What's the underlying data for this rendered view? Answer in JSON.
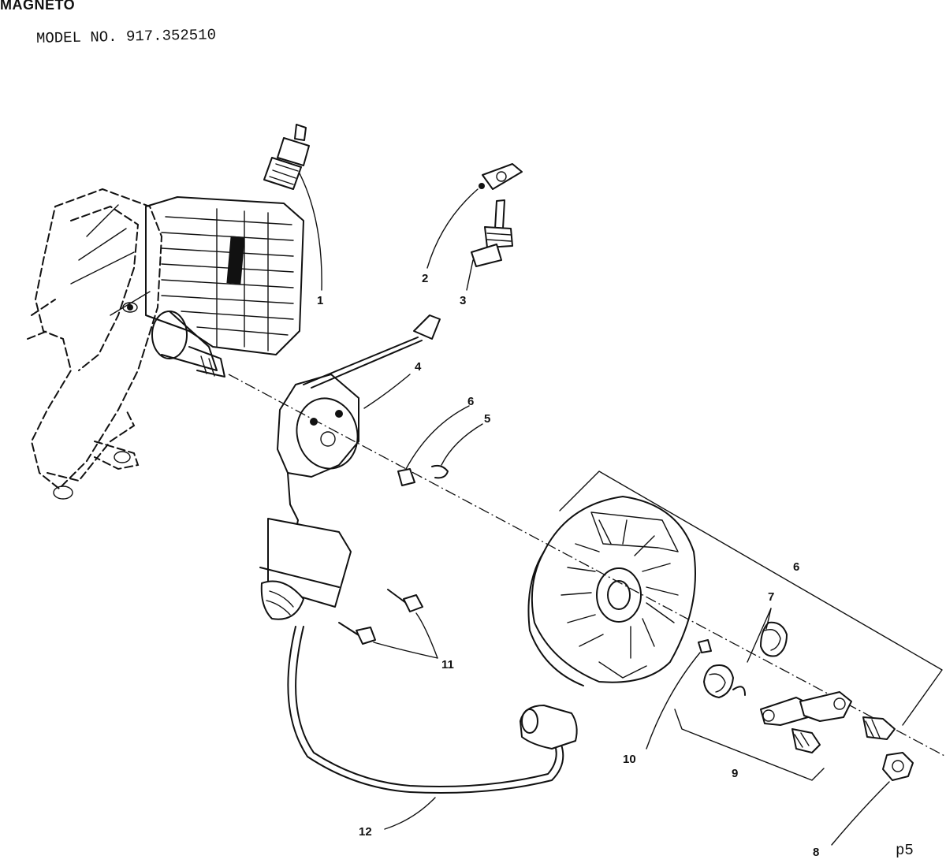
{
  "header": {
    "title": "MAGNETO",
    "model": "MODEL NO. 917.352510"
  },
  "footer": {
    "page": "p5"
  },
  "callouts": {
    "c1": "1",
    "c2": "2",
    "c3": "3",
    "c4": "4",
    "c5": "5",
    "c6a": "6",
    "c6b": "6",
    "c7": "7",
    "c8": "8",
    "c9": "9",
    "c10": "10",
    "c11": "11",
    "c12": "12"
  }
}
